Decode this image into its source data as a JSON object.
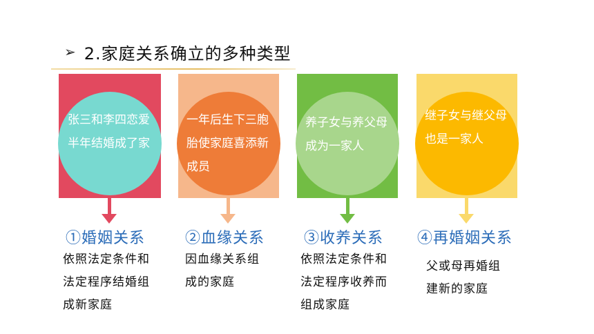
{
  "title": {
    "arrow": "➢",
    "text": "2.家庭关系确立的多种类型"
  },
  "columns": [
    {
      "rect_color": "#e2495f",
      "circle_color": "#78d9d0",
      "arrow_color": "#e2495f",
      "circle_text": "张三和李四恋爱半年结婚成了家",
      "label": "①婚姻关系",
      "description": "依照法定条件和法定程序结婚组成新家庭"
    },
    {
      "rect_color": "#f6b78b",
      "circle_color": "#ee7c38",
      "arrow_color": "#f6b78b",
      "circle_text": "一年后生下三胞胎使家庭喜添新成员",
      "label": "②血缘关系",
      "description": "因血缘关系组成的家庭"
    },
    {
      "rect_color": "#72bd44",
      "circle_color": "#a8d68c",
      "arrow_color": "#72bd44",
      "circle_text": "养子女与养父母成为一家人",
      "label": "③收养关系",
      "description": "依照法定条件和法定程序收养而组成家庭"
    },
    {
      "rect_color": "#fad96b",
      "circle_color": "#fcb900",
      "arrow_color": "#fad96b",
      "circle_text": "继子女与继父母也是一家人",
      "label": "④再婚姻关系",
      "description": "父或母再婚组建新的家庭"
    }
  ]
}
